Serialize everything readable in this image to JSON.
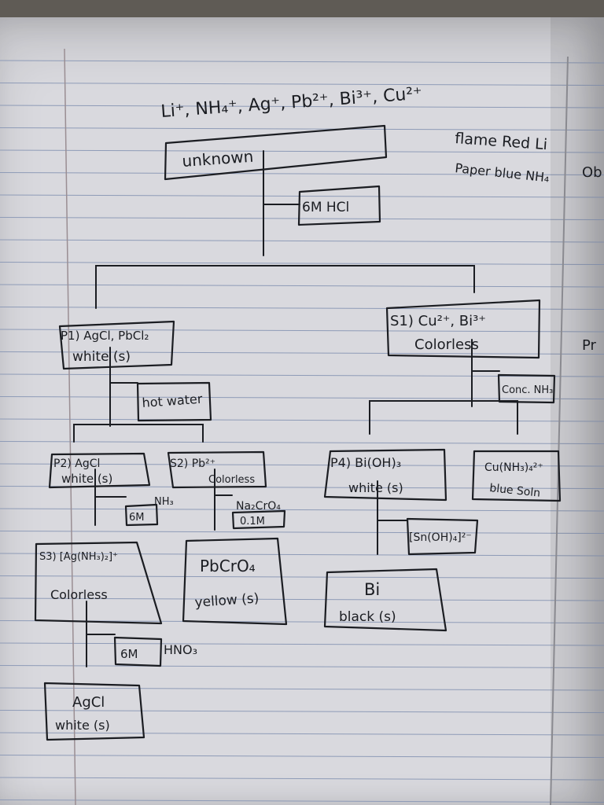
{
  "diagram": {
    "nodes": {
      "unknown": {
        "ions": "Li⁺, NH₄⁺, Ag⁺, Pb²⁺, Bi³⁺, Cu²⁺",
        "label": "unknown"
      },
      "hcl": {
        "label": "6M HCl"
      },
      "p1": {
        "line1": "P1) AgCl, PbCl₂",
        "line2": "white (s)"
      },
      "s1": {
        "line1": "S1) Cu²⁺, Bi³⁺",
        "line2": "Colorless"
      },
      "hot_water": {
        "label": "hot water"
      },
      "conc_nh3": {
        "label": "Conc. NH₃"
      },
      "p2": {
        "line1": "P2) AgCl",
        "line2": "white (s)"
      },
      "s2": {
        "line1": "S2) Pb²⁺",
        "line2": "Colorless"
      },
      "p4": {
        "line1": "P4) Bi(OH)₃",
        "line2": "white (s)"
      },
      "cu_complex": {
        "line1": "Cu(NH₃)₄²⁺",
        "line2": "blue Soln"
      },
      "nh3_6m": {
        "label": "6M",
        "note": "NH₃"
      },
      "na2cro4": {
        "line1": "Na₂CrO₄",
        "line2": "0.1M"
      },
      "sn_oh4": {
        "label": "[Sn(OH)₄]²⁻"
      },
      "s3": {
        "line1": "S3) [Ag(NH₃)₂]⁺",
        "line2": "Colorless"
      },
      "pbcro4": {
        "line1": "PbCrO₄",
        "line2": "yellow (s)"
      },
      "bi": {
        "line1": "Bi",
        "line2": "black (s)"
      },
      "hno3_6m": {
        "label": "6M",
        "note": "HNO₃"
      },
      "agcl_final": {
        "line1": "AgCl",
        "line2": "white (s)"
      }
    },
    "side_notes": {
      "flame": "flame Red Li",
      "paper": "Paper blue NH₄",
      "edge1": "Ob",
      "edge2": "Pr"
    }
  }
}
